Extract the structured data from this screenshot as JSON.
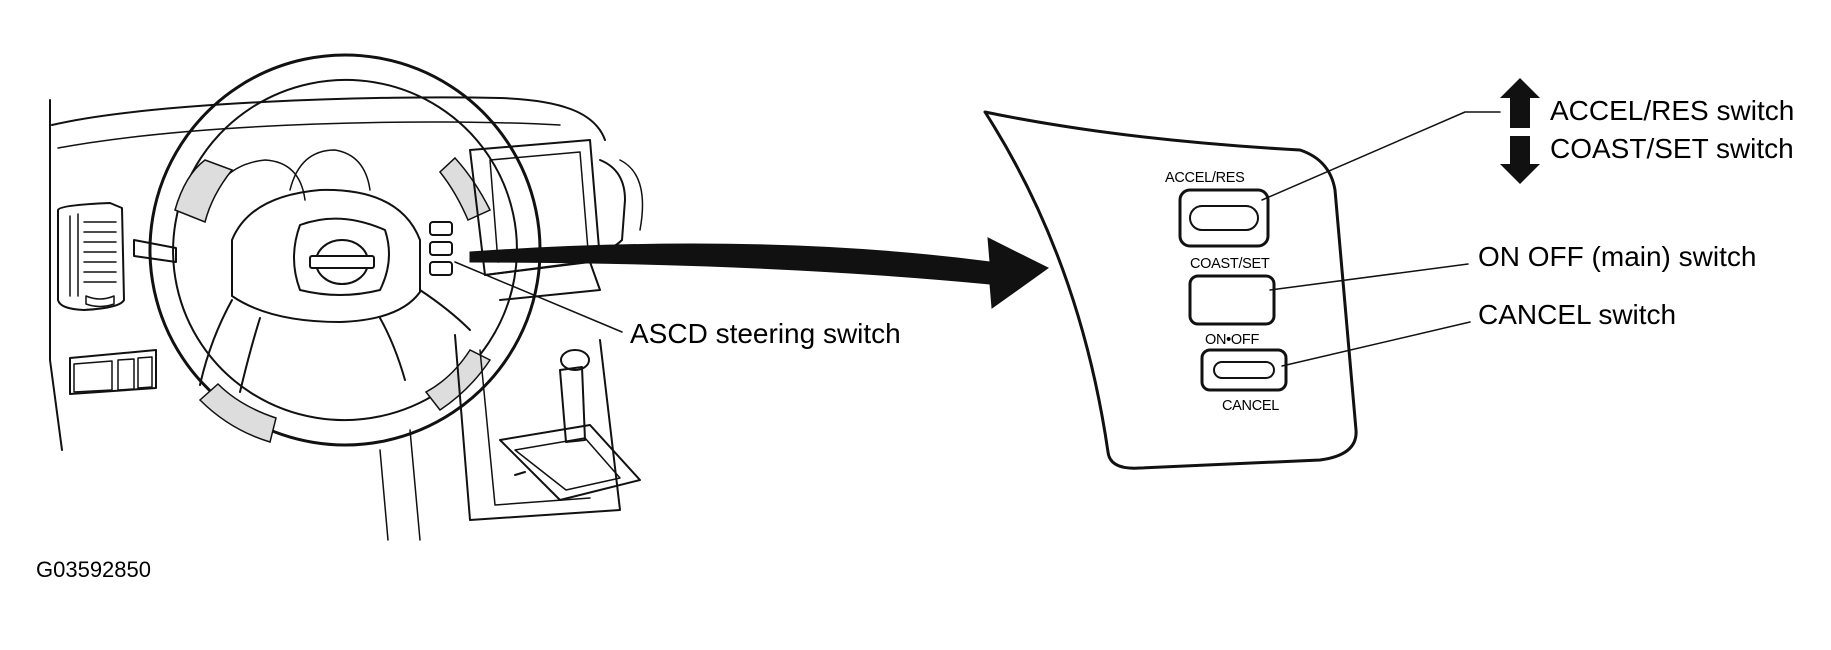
{
  "figure_code": "G03592850",
  "callouts": {
    "steering_switch": "ASCD steering switch",
    "accel_res_switch": "ACCEL/RES switch",
    "coast_set_switch": "COAST/SET switch",
    "on_off_switch": "ON OFF (main) switch",
    "cancel_switch": "CANCEL switch"
  },
  "panel_labels": {
    "accel_res": "ACCEL/RES",
    "coast_set": "COAST/SET",
    "on_off": "ON•OFF",
    "cancel": "CANCEL"
  },
  "colors": {
    "ink": "#111111",
    "fill_dark": "#111111",
    "background": "#ffffff"
  }
}
